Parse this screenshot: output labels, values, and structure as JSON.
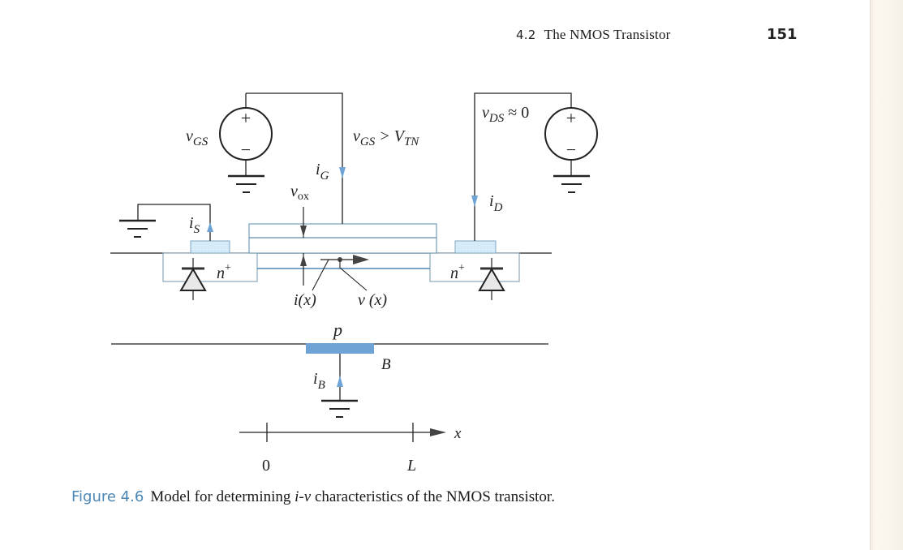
{
  "header": {
    "section_number": "4.2",
    "section_title": "The NMOS Transistor",
    "page_number": "151"
  },
  "figure": {
    "labels": {
      "v_gs": "v",
      "v_gs_sub": "GS",
      "condition_v": "v",
      "condition_sub": "GS",
      "condition_rest": " > V",
      "condition_rest_sub": "TN",
      "v_ds": "v",
      "v_ds_sub": "DS",
      "v_ds_rest": " ≈ 0",
      "i_g": "i",
      "i_g_sub": "G",
      "v_ox": "v",
      "v_ox_sub": "ox",
      "i_s": "i",
      "i_s_sub": "S",
      "i_d": "i",
      "i_d_sub": "D",
      "n_plus_left": "n",
      "n_plus_right": "n",
      "plus_sup": "+",
      "i_x": "i(x)",
      "v_x": "v (x)",
      "p_region": "p",
      "body_terminal": "B",
      "i_b": "i",
      "i_b_sub": "B",
      "axis_x": "x",
      "axis_zero": "0",
      "axis_L": "L",
      "source_plus": "+",
      "source_minus": "−"
    },
    "colors": {
      "accent_blue": "#6fa3d6",
      "contact_fill": "#d6ecf8",
      "outline_blue": "#7fa6bf",
      "caption_blue": "#4b86b4"
    }
  },
  "caption": {
    "figure_label": "Figure 4.6",
    "text_before": "Model for determining ",
    "text_italic": "i-v",
    "text_after": " characteristics of the NMOS transistor."
  }
}
